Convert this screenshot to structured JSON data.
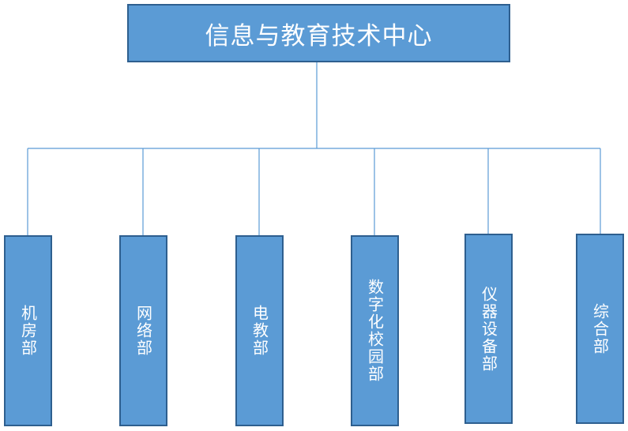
{
  "org": {
    "root": "信息与教育技术中心",
    "departments": [
      "机房部",
      "网络部",
      "电教部",
      "数字化校园部",
      "仪器设备部",
      "综合部"
    ]
  },
  "colors": {
    "box_fill": "#5b9bd5",
    "box_border": "#2e5f8f",
    "connector": "#5b9bd5",
    "text": "#ffffff"
  }
}
